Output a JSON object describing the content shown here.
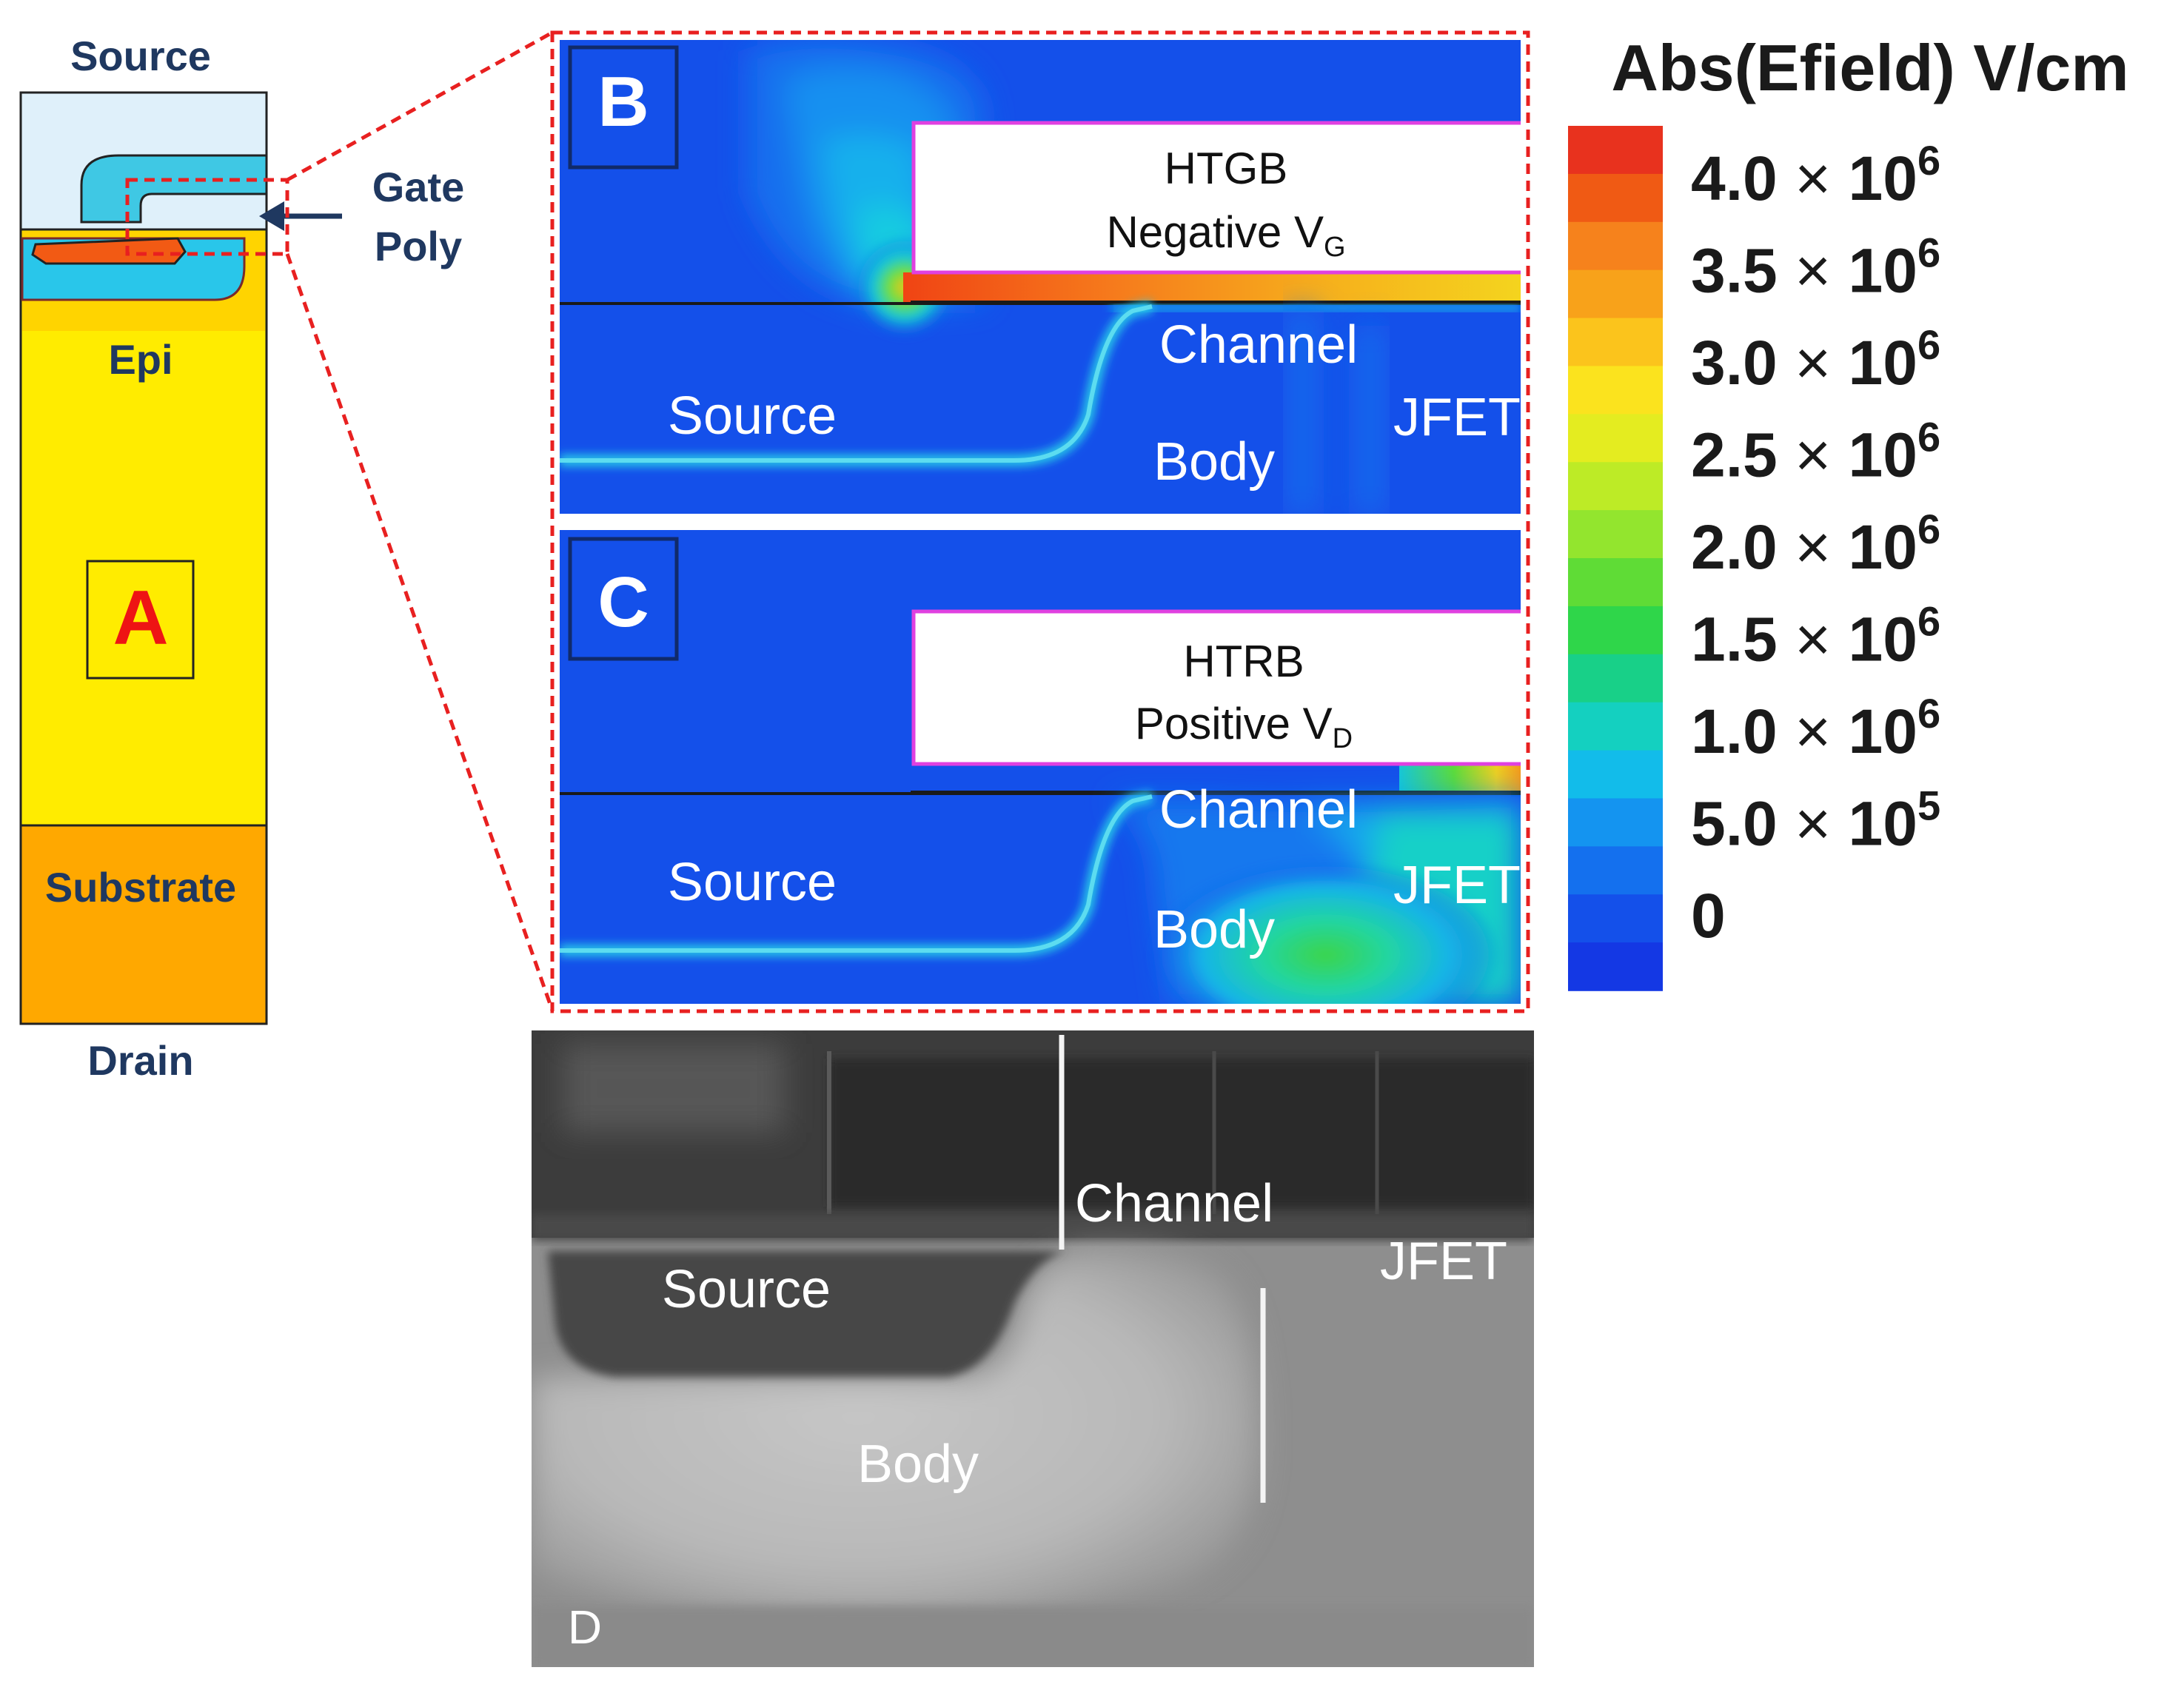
{
  "device": {
    "source_label": "Source",
    "gate_label": "Gate",
    "poly_label": "Poly",
    "epi_label": "Epi",
    "region_a_label": "A",
    "substrate_label": "Substrate",
    "drain_label": "Drain"
  },
  "panel_b": {
    "letter": "B",
    "stress_label": "HTGB",
    "bias_label": "Negative V",
    "bias_sub": "G",
    "channel_label": "Channel",
    "source_label": "Source",
    "body_label": "Body",
    "jfet_label": "JFET"
  },
  "panel_c": {
    "letter": "C",
    "stress_label": "HTRB",
    "bias_label": "Positive V",
    "bias_sub": "D",
    "channel_label": "Channel",
    "source_label": "Source",
    "body_label": "Body",
    "jfet_label": "JFET"
  },
  "colorbar": {
    "title": "Abs(Efield) V/cm",
    "ticks": [
      {
        "mantissa": "4.0",
        "exp": "6"
      },
      {
        "mantissa": "3.5",
        "exp": "6"
      },
      {
        "mantissa": "3.0",
        "exp": "6"
      },
      {
        "mantissa": "2.5",
        "exp": "6"
      },
      {
        "mantissa": "2.0",
        "exp": "6"
      },
      {
        "mantissa": "1.5",
        "exp": "6"
      },
      {
        "mantissa": "1.0",
        "exp": "6"
      },
      {
        "mantissa": "5.0",
        "exp": "5"
      },
      {
        "mantissa": "0",
        "exp": ""
      }
    ],
    "colors": [
      "#e8321e",
      "#f05a14",
      "#f6821c",
      "#f8a21a",
      "#fbc41c",
      "#fbe31e",
      "#e4ec20",
      "#bdeb26",
      "#93e52e",
      "#5fdc36",
      "#2fd64a",
      "#18d088",
      "#14d0c0",
      "#12bcea",
      "#1494f0",
      "#1470ee",
      "#1450ea",
      "#1438e4"
    ]
  },
  "panel_d": {
    "letter": "D",
    "channel_label": "Channel",
    "source_label": "Source",
    "body_label": "Body",
    "jfet_label": "JFET"
  }
}
